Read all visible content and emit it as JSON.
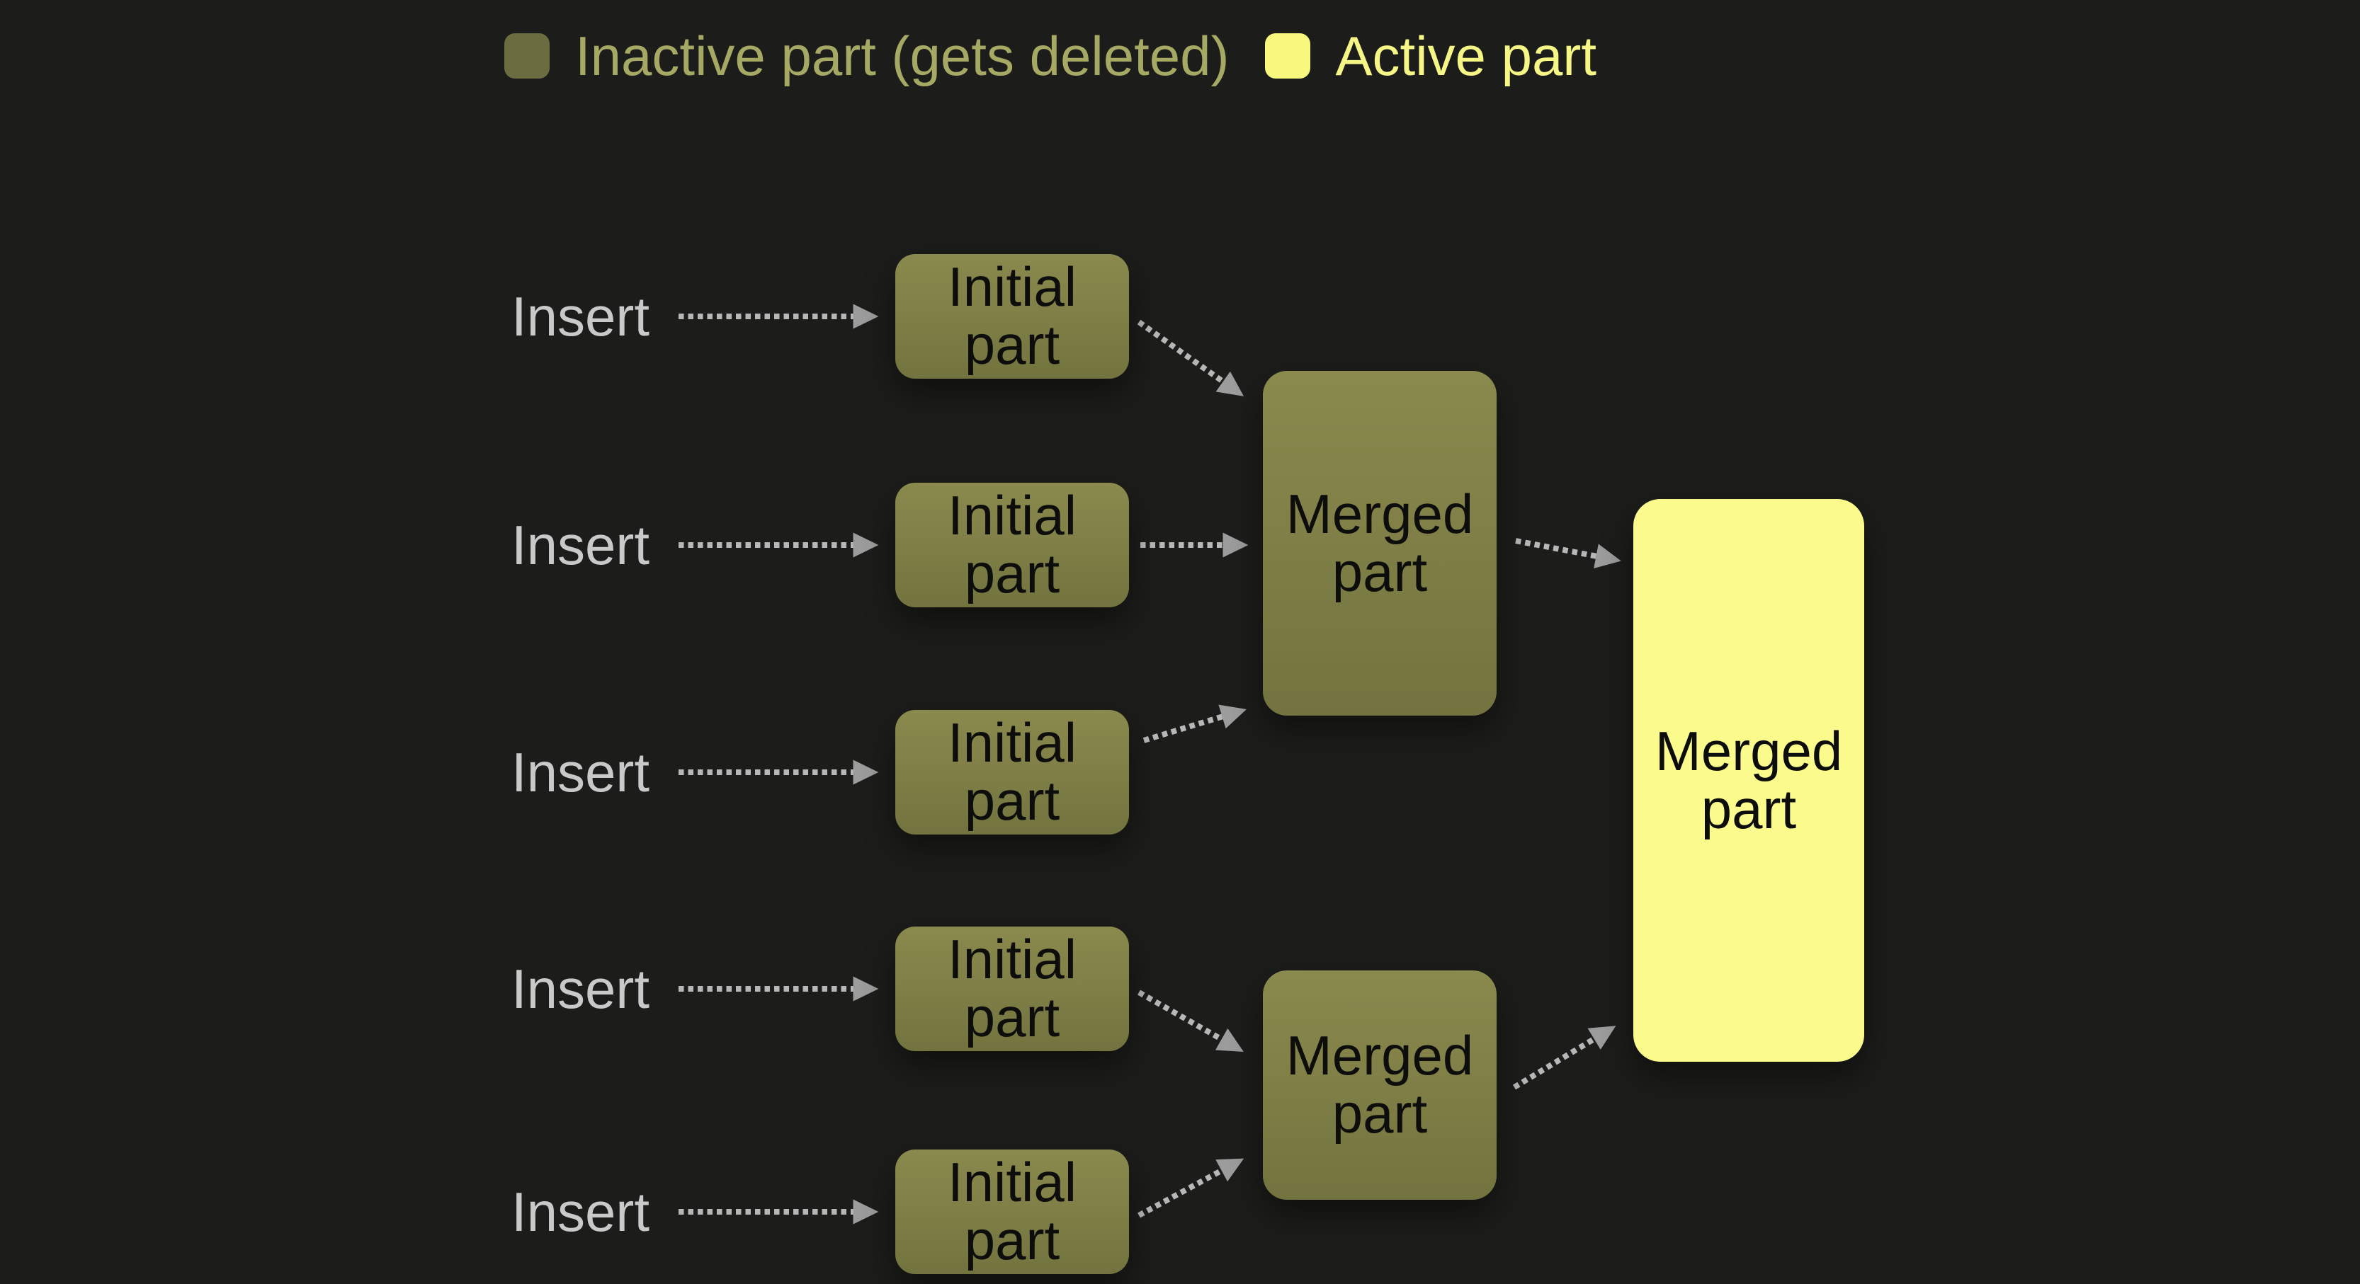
{
  "colors": {
    "background": "#1c1c1a",
    "node_inactive_top": "#8a8a4e",
    "node_inactive_bottom": "#73733f",
    "node_active": "#fbfb8d",
    "node_text": "#0d0d0c",
    "legend_inactive_swatch": "#6c6c41",
    "legend_inactive_text": "#a5a964",
    "legend_active_swatch": "#f8f87e",
    "legend_active_text": "#f6f687",
    "insert_text": "#c9c9c9",
    "arrow_dash": "#b7b7b7",
    "arrow_head": "#9c9c9c"
  },
  "legend": {
    "inactive_label": "Inactive part (gets deleted)",
    "active_label": "Active part"
  },
  "insert_rows": [
    {
      "label": "Insert"
    },
    {
      "label": "Insert"
    },
    {
      "label": "Insert"
    },
    {
      "label": "Insert"
    },
    {
      "label": "Insert"
    }
  ],
  "nodes": {
    "initial_parts": [
      {
        "label": "Initial part"
      },
      {
        "label": "Initial part"
      },
      {
        "label": "Initial part"
      },
      {
        "label": "Initial part"
      },
      {
        "label": "Initial part"
      }
    ],
    "merged_parts": [
      {
        "label": "Merged part"
      },
      {
        "label": "Merged part"
      }
    ],
    "final_merged_part": {
      "label": "Merged part"
    }
  }
}
